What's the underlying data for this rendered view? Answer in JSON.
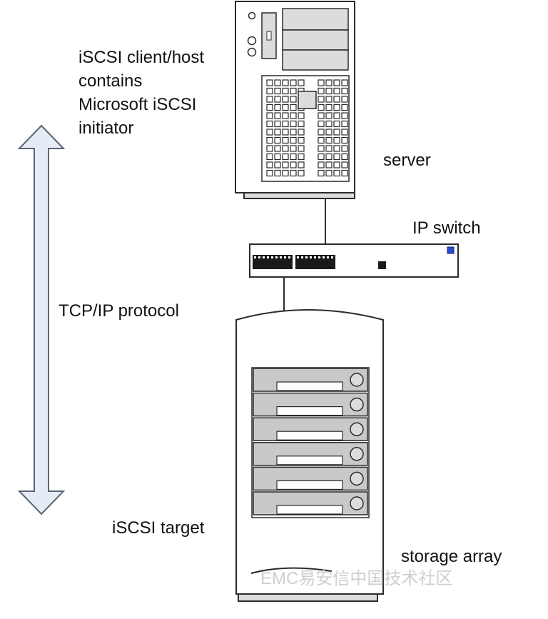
{
  "labels": {
    "host_lines": [
      "iSCSI client/host",
      "contains",
      "Microsoft iSCSI",
      "initiator"
    ],
    "server": "server",
    "ip_switch": "IP switch",
    "protocol": "TCP/IP protocol",
    "target": "iSCSI target",
    "storage": "storage array"
  },
  "watermark": "EMC易安信中国技术社区",
  "colors": {
    "outline": "#2b2b2b",
    "device_fill": "#ffffff",
    "device_shade": "#dcdcdc",
    "arrow_fill": "#e6ecf6",
    "arrow_stroke": "#5a6572",
    "drive_fill": "#c9c9c9",
    "port_fill": "#1a1a1a",
    "led": "#2a4bd0"
  }
}
